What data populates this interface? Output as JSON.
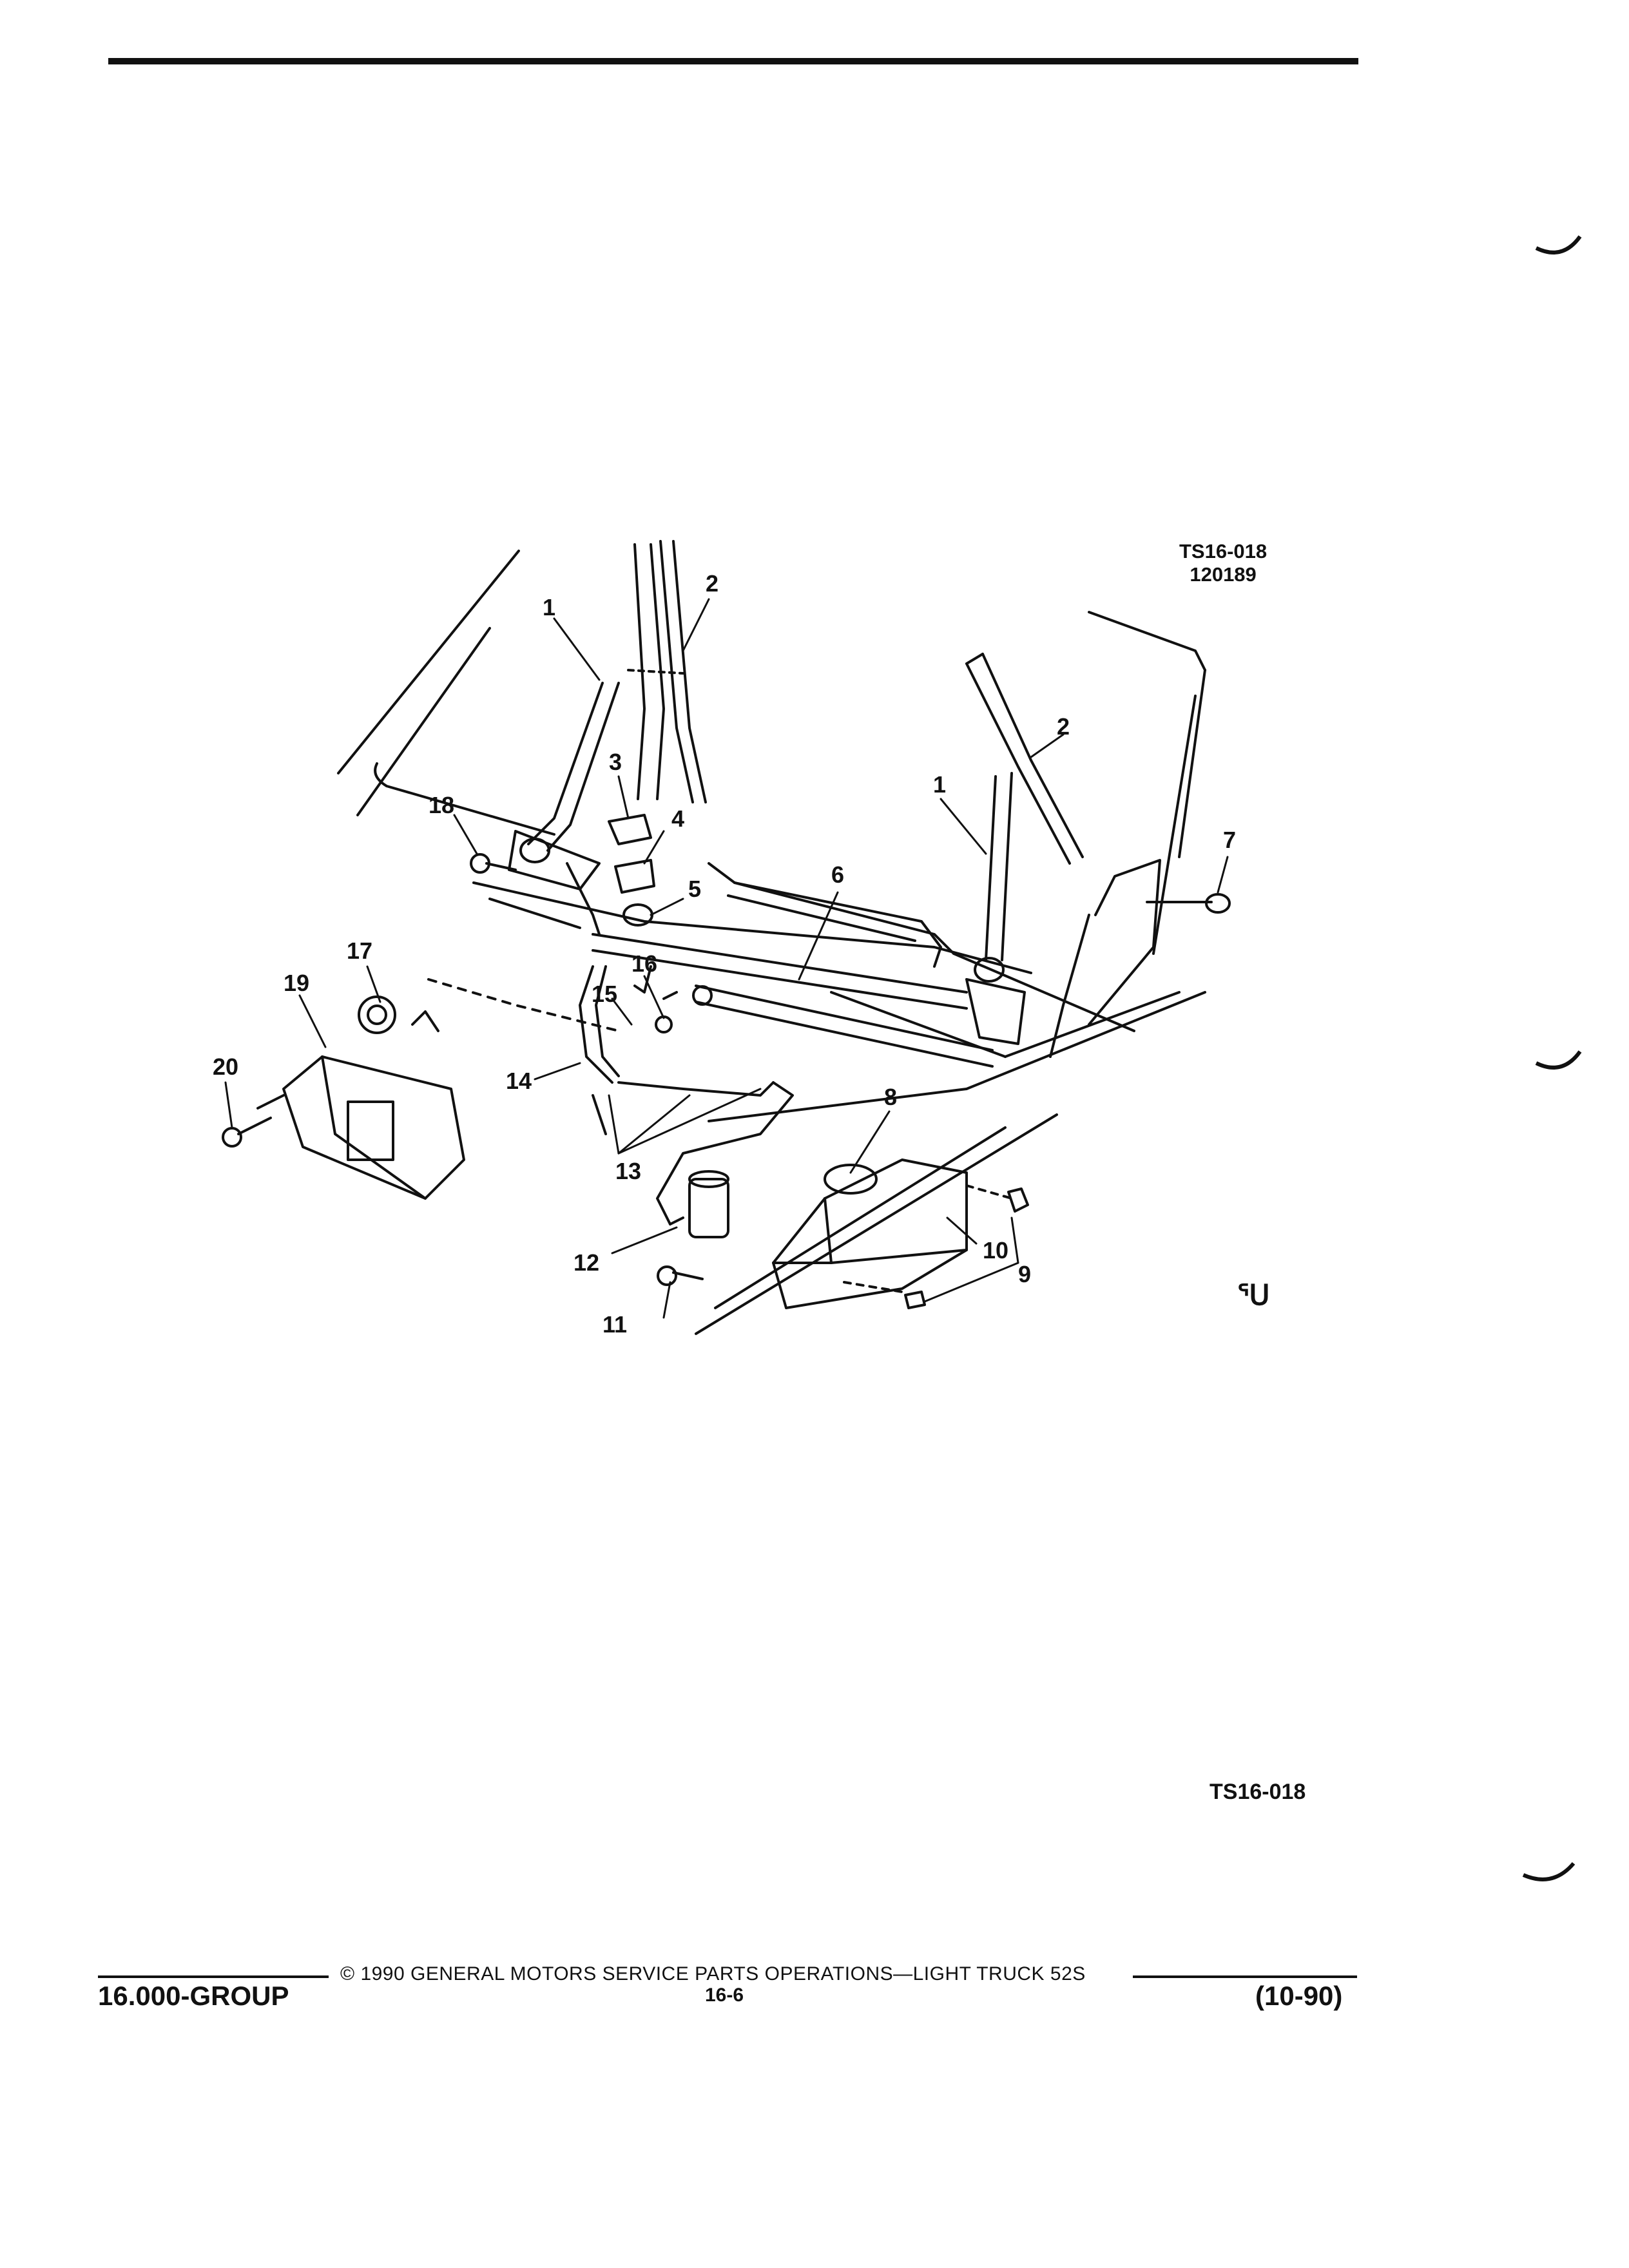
{
  "figure": {
    "id": "TS16-018",
    "date_code": "120189",
    "bottom_ref": "TS16-018",
    "logo": "ᕐᑌ"
  },
  "callouts": [
    "1",
    "2",
    "3",
    "4",
    "5",
    "6",
    "7",
    "8",
    "9",
    "10",
    "11",
    "12",
    "13",
    "14",
    "15",
    "16",
    "17",
    "18",
    "19",
    "20"
  ],
  "footer": {
    "copyright": "© 1990 GENERAL MOTORS SERVICE PARTS OPERATIONS—LIGHT TRUCK 52S",
    "page": "16-6",
    "group": "16.000-GROUP",
    "revision": "(10-90)"
  }
}
